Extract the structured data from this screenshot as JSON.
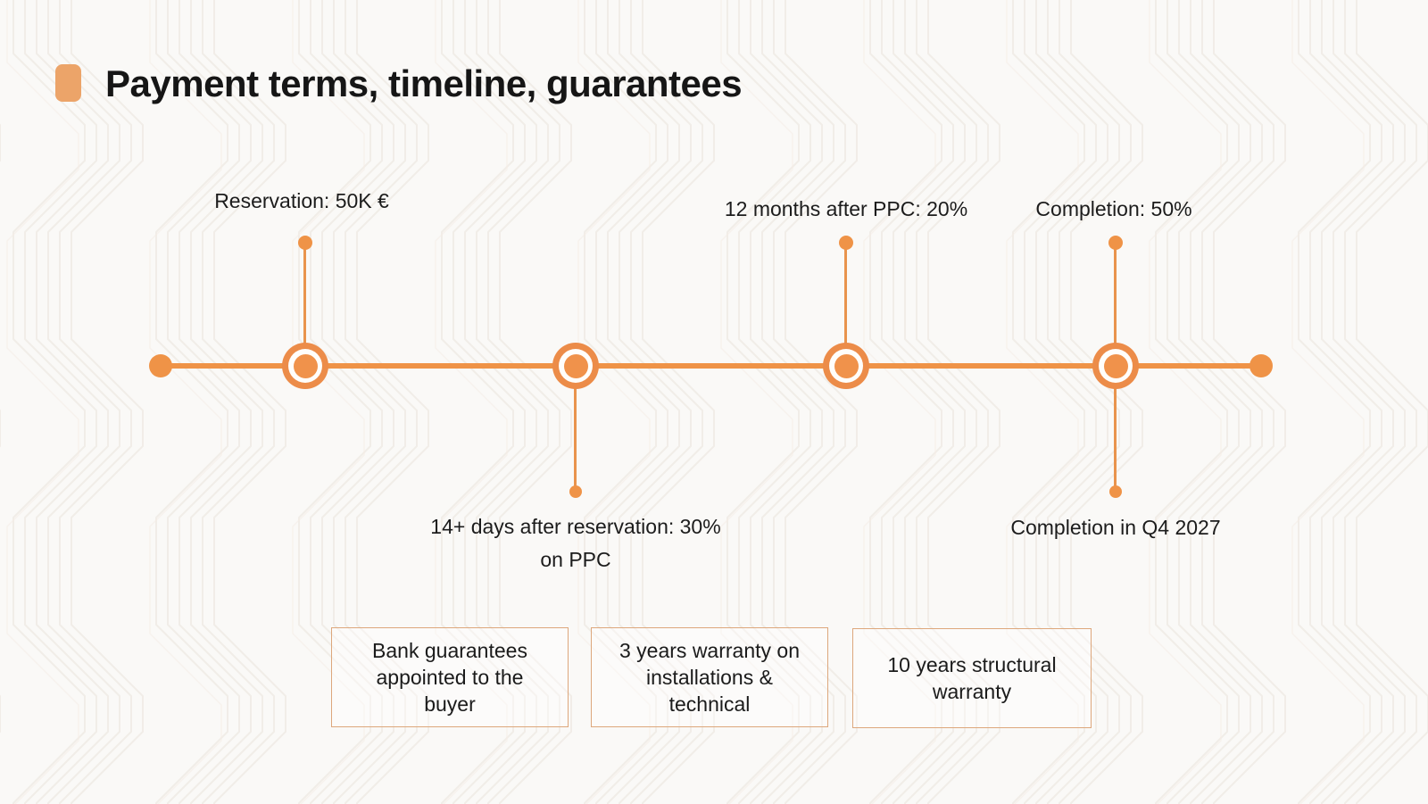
{
  "slide": {
    "title": "Payment terms, timeline, guarantees",
    "colors": {
      "accent": "#EF9347",
      "accent_light": "#ECA469",
      "box_border": "#DDA77C",
      "text": "#1B1B1B",
      "background": "#FAF9F7",
      "pattern_line": "#EFEBE5"
    }
  },
  "timeline": {
    "nodes": [
      {
        "label_above": "Reservation: 50K €"
      },
      {
        "label_below": "14+ days after reservation: 30% on PPC"
      },
      {
        "label_above": "12 months after PPC: 20%"
      },
      {
        "label_above": "Completion: 50%",
        "label_below": "Completion in Q4 2027"
      }
    ]
  },
  "guarantees": [
    {
      "text": "Bank guarantees appointed to the buyer"
    },
    {
      "text": "3 years warranty on installations & technical"
    },
    {
      "text": "10 years structural warranty"
    }
  ]
}
